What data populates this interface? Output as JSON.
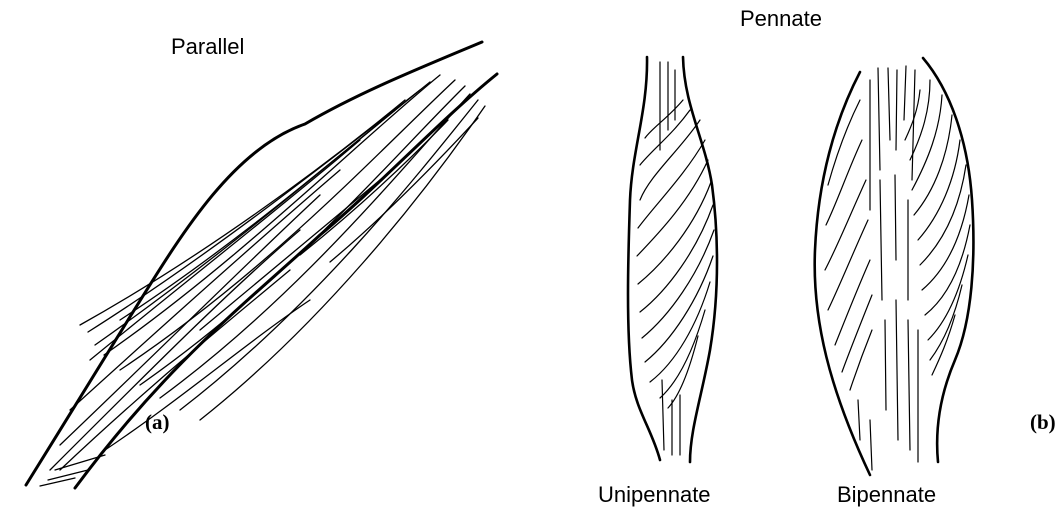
{
  "parallel": {
    "title": "Parallel",
    "panel_label": "(a)"
  },
  "pennate": {
    "title": "Pennate",
    "panel_label": "(b)",
    "unipennate_label": "Unipennate",
    "bipennate_label": "Bipennate"
  }
}
